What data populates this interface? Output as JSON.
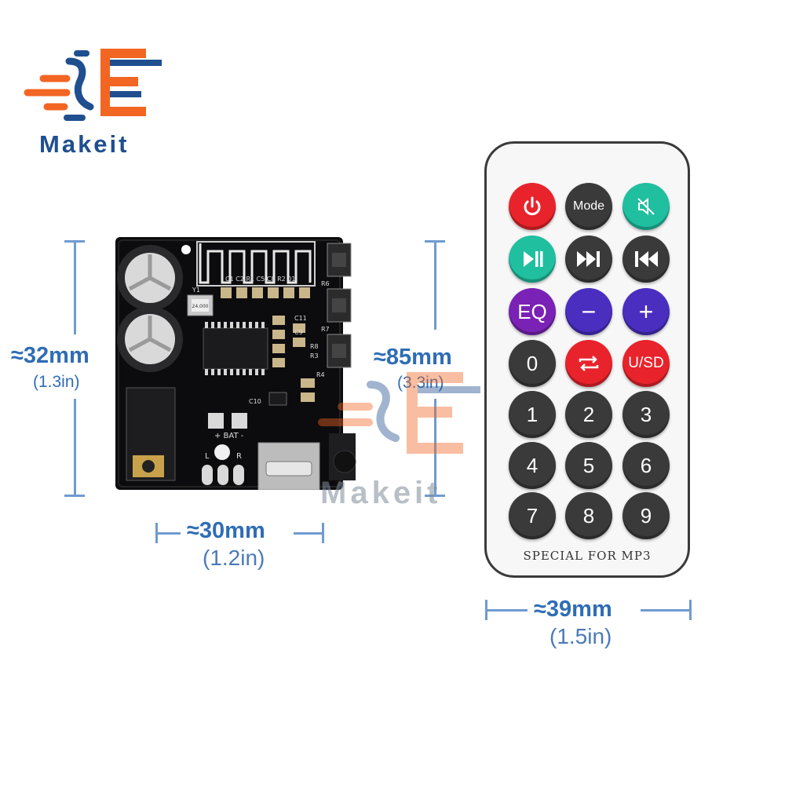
{
  "brand": {
    "name": "Makeit",
    "watermark": "Makeit",
    "orange": "#f26522",
    "blue": "#1f4f8f"
  },
  "board": {
    "height_label": "≈32mm",
    "height_sub": "(1.3in)",
    "width_label": "≈30mm",
    "width_sub": "(1.2in)",
    "silk": {
      "caps": "C1 C2 R1 C5 C8 R2 01",
      "y1": "Y1",
      "crystal": "24.000",
      "r6": "R6",
      "r7": "R7",
      "r8": "R8",
      "r3": "R3",
      "r4": "R4",
      "c11": "C11",
      "c9": "C9",
      "c10": "C10",
      "bat": "+ BAT -",
      "l": "L",
      "r": "R"
    }
  },
  "remote": {
    "height_label": "≈85mm",
    "height_sub": "(3.3in)",
    "width_label": "≈39mm",
    "width_sub": "(1.5in)",
    "footer": "SPECIAL FOR MP3",
    "buttons": [
      {
        "label": "",
        "icon": "power-icon",
        "color": "#e8232b"
      },
      {
        "label": "Mode",
        "icon": "",
        "color": "#3a3a3a"
      },
      {
        "label": "",
        "icon": "mute-icon",
        "color": "#1fbfa0"
      },
      {
        "label": "",
        "icon": "play-pause-icon",
        "color": "#1fbfa0"
      },
      {
        "label": "",
        "icon": "next-icon",
        "color": "#3a3a3a"
      },
      {
        "label": "",
        "icon": "previous-icon",
        "color": "#3a3a3a"
      },
      {
        "label": "EQ",
        "icon": "",
        "color": "#7a22b5"
      },
      {
        "label": "−",
        "icon": "",
        "color": "#4a2ec0"
      },
      {
        "label": "+",
        "icon": "",
        "color": "#4a2ec0"
      },
      {
        "label": "0",
        "icon": "",
        "color": "#3a3a3a"
      },
      {
        "label": "",
        "icon": "repeat-icon",
        "color": "#e8232b"
      },
      {
        "label": "U/SD",
        "icon": "",
        "color": "#e8232b"
      },
      {
        "label": "1",
        "icon": "",
        "color": "#3a3a3a"
      },
      {
        "label": "2",
        "icon": "",
        "color": "#3a3a3a"
      },
      {
        "label": "3",
        "icon": "",
        "color": "#3a3a3a"
      },
      {
        "label": "4",
        "icon": "",
        "color": "#3a3a3a"
      },
      {
        "label": "5",
        "icon": "",
        "color": "#3a3a3a"
      },
      {
        "label": "6",
        "icon": "",
        "color": "#3a3a3a"
      },
      {
        "label": "7",
        "icon": "",
        "color": "#3a3a3a"
      },
      {
        "label": "8",
        "icon": "",
        "color": "#3a3a3a"
      },
      {
        "label": "9",
        "icon": "",
        "color": "#3a3a3a"
      }
    ]
  }
}
